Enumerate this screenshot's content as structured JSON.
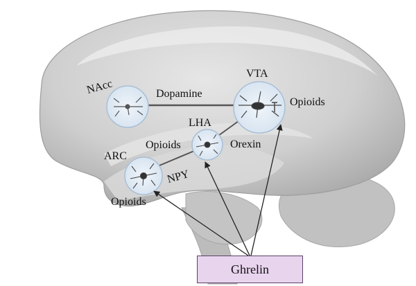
{
  "labels": {
    "nacc": "NAcc",
    "dopamine": "Dopamine",
    "vta": "VTA",
    "opioids_vta": "Opioids",
    "lha": "LHA",
    "opioids_lha": "Opioids",
    "orexin": "Orexin",
    "arc": "ARC",
    "npy": "NPY",
    "opioids_arc": "Opioids",
    "ghrelin": "Ghrelin"
  },
  "colors": {
    "brain_fill": "#c9c9c9",
    "brain_highlight": "#dedede",
    "cerebellum_fill": "#bdbdbd",
    "node_fill": "#dde8f3",
    "node_stroke": "#a9bfd6",
    "ghrelin_fill": "#e9d4ee",
    "ghrelin_border": "#5a3f66",
    "arrow": "#222222"
  }
}
